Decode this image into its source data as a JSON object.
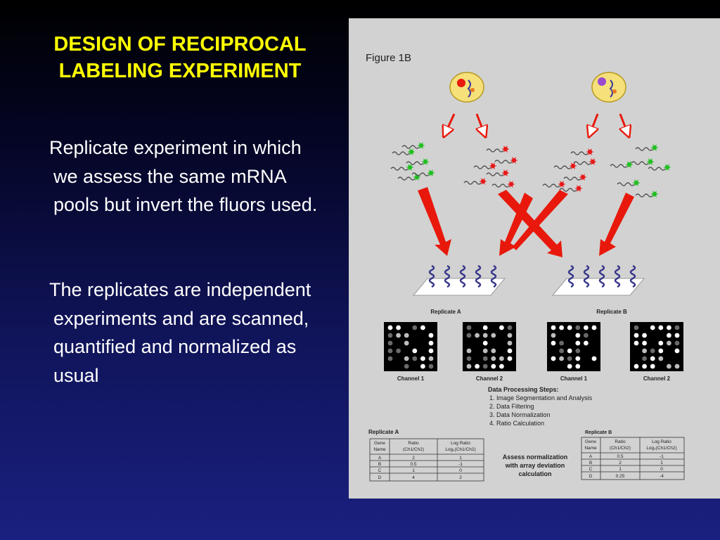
{
  "slide": {
    "title_line1": "DESIGN OF RECIPROCAL",
    "title_line2": "LABELING EXPERIMENT",
    "paragraph1": "Replicate experiment in which we assess the same mRNA pools but invert the fluors used.",
    "paragraph2": "The replicates are independent experiments and are scanned, quantified and normalized as usual"
  },
  "figure": {
    "title": "Figure 1B",
    "replicate_a_label": "Replicate A",
    "replicate_b_label": "Replicate B",
    "channel1_label": "Channel 1",
    "channel2_label": "Channel 2",
    "steps_heading": "Data Processing Steps:",
    "steps": [
      "1.  Image Segmentation and Analysis",
      "2.  Data Filtering",
      "3.  Data Normalization",
      "4.  Ratio Calculation"
    ],
    "assess_lines": [
      "Assess normalization",
      "with array deviation",
      "calculation"
    ],
    "table_a": {
      "label": "Replicate A",
      "headers": [
        [
          "Gene",
          "Name"
        ],
        [
          "Ratio",
          "(Ch1/Ch2)"
        ],
        [
          "Log Ratio",
          "Log₂(Ch1/Ch2)"
        ]
      ],
      "rows": [
        [
          "A",
          "2",
          "1"
        ],
        [
          "B",
          "0.5",
          "-1"
        ],
        [
          "C",
          "1",
          "0"
        ],
        [
          "D",
          "4",
          "2"
        ]
      ]
    },
    "table_b": {
      "label": "Replicate B",
      "headers": [
        [
          "Gene",
          "Name"
        ],
        [
          "Ratio",
          "(Ch1/Ch2)"
        ],
        [
          "Log Ratio",
          "Log₂(Ch1/Ch2)"
        ]
      ],
      "rows": [
        [
          "A",
          "0.5",
          "-1"
        ],
        [
          "B",
          "2",
          "1"
        ],
        [
          "C",
          "1",
          "0"
        ],
        [
          "D",
          "0.25",
          "-4"
        ]
      ]
    },
    "colors": {
      "background": "#d2d2d2",
      "arrow_red": "#e8190c",
      "green_label": "#22c022",
      "red_label": "#e81a1a",
      "cell_fill": "#f5e07a",
      "probe_blue": "#35358a"
    }
  }
}
